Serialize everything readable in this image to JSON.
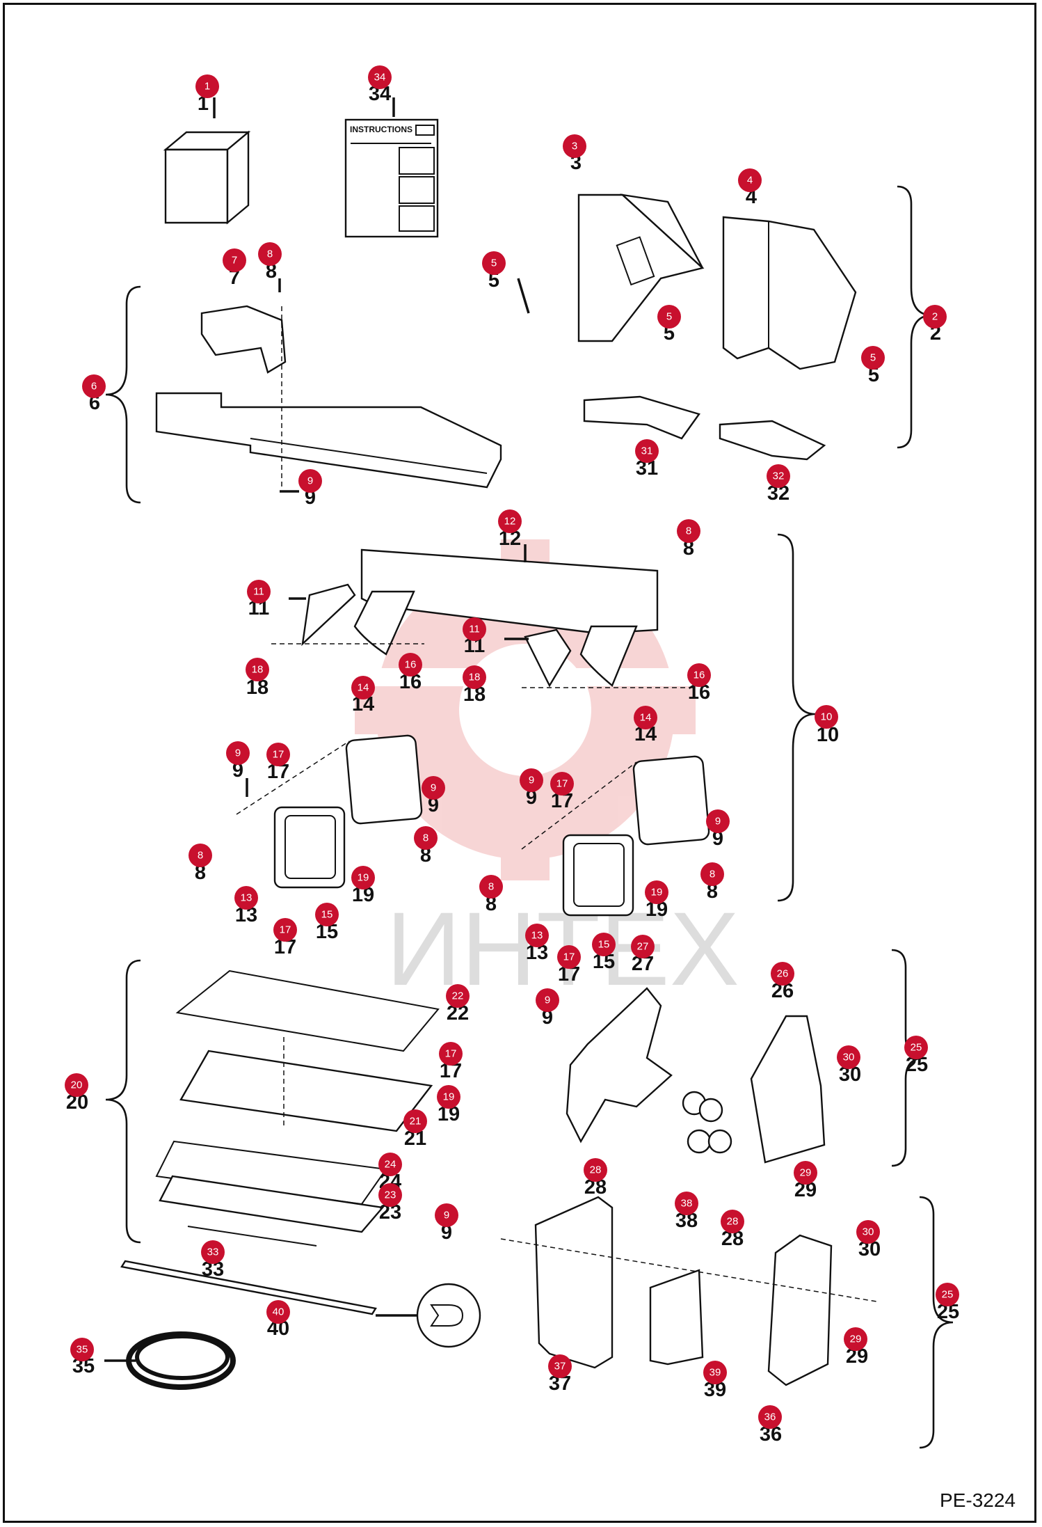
{
  "diagram_code": "PE-3224",
  "watermark": "ИНТЕХ",
  "instructions_text": "INSTRUCTIONS",
  "colors": {
    "callout": "#c8102e",
    "watermark_gear": "#f2b4b4",
    "line": "#111111"
  },
  "parts": [
    {
      "id": "1",
      "label": "1"
    },
    {
      "id": "2",
      "label": "2"
    },
    {
      "id": "3",
      "label": "3"
    },
    {
      "id": "4",
      "label": "4"
    },
    {
      "id": "5",
      "label": "5"
    },
    {
      "id": "6",
      "label": "6"
    },
    {
      "id": "7",
      "label": "7"
    },
    {
      "id": "8",
      "label": "8"
    },
    {
      "id": "9",
      "label": "9"
    },
    {
      "id": "10",
      "label": "10"
    },
    {
      "id": "11",
      "label": "11"
    },
    {
      "id": "12",
      "label": "12"
    },
    {
      "id": "13",
      "label": "13"
    },
    {
      "id": "14",
      "label": "14"
    },
    {
      "id": "15",
      "label": "15"
    },
    {
      "id": "16",
      "label": "16"
    },
    {
      "id": "17",
      "label": "17"
    },
    {
      "id": "18",
      "label": "18"
    },
    {
      "id": "19",
      "label": "19"
    },
    {
      "id": "20",
      "label": "20"
    },
    {
      "id": "21",
      "label": "21"
    },
    {
      "id": "22",
      "label": "22"
    },
    {
      "id": "23",
      "label": "23"
    },
    {
      "id": "24",
      "label": "24"
    },
    {
      "id": "25",
      "label": "25"
    },
    {
      "id": "26",
      "label": "26"
    },
    {
      "id": "27",
      "label": "27"
    },
    {
      "id": "28",
      "label": "28"
    },
    {
      "id": "29",
      "label": "29"
    },
    {
      "id": "30",
      "label": "30"
    },
    {
      "id": "31",
      "label": "31"
    },
    {
      "id": "32",
      "label": "32"
    },
    {
      "id": "33",
      "label": "33"
    },
    {
      "id": "34",
      "label": "34"
    },
    {
      "id": "35",
      "label": "35"
    },
    {
      "id": "36",
      "label": "36"
    },
    {
      "id": "37",
      "label": "37"
    },
    {
      "id": "38",
      "label": "38"
    },
    {
      "id": "39",
      "label": "39"
    },
    {
      "id": "40",
      "label": "40"
    }
  ]
}
